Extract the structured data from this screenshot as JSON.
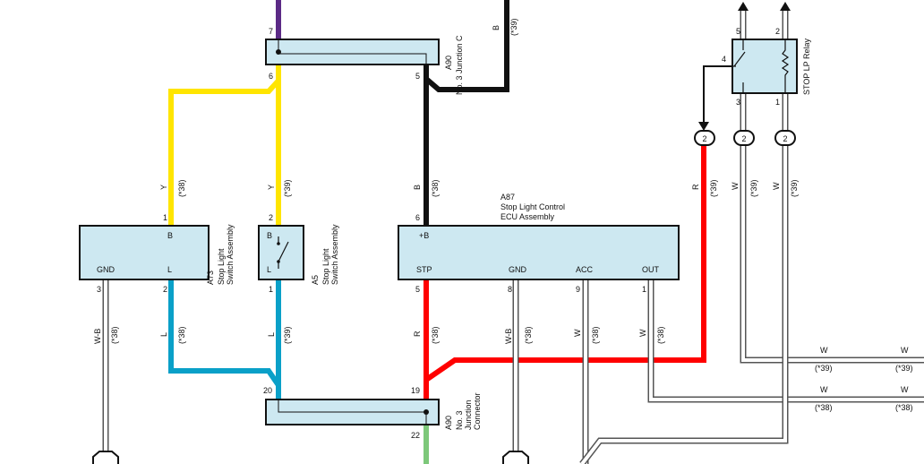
{
  "colors": {
    "purple": "#5b2a86",
    "yellow": "#ffe500",
    "black": "#111111",
    "blue": "#0aa0c8",
    "red": "#ff0000",
    "green": "#7dc87a",
    "white": "#ffffff",
    "box_fill": "#cde8f1"
  },
  "junction_top": {
    "pins": [
      "7",
      "6",
      "5"
    ],
    "id": "A90",
    "name": "No. 3 Junction C"
  },
  "junction_bottom": {
    "pins": [
      "20",
      "19",
      "22"
    ],
    "id": "A90",
    "name_l1": "No. 3",
    "name_l2": "Junction",
    "name_l3": "Connector"
  },
  "switch_a73": {
    "id": "A73",
    "name_l1": "Stop Light",
    "name_l2": "Switch Assembly",
    "term_b": "B",
    "term_gnd": "GND",
    "term_l": "L",
    "pin_b": "1",
    "pin_gnd": "3",
    "pin_l": "2"
  },
  "switch_a5": {
    "id": "A5",
    "name_l1": "Stop Light",
    "name_l2": "Switch Assembly",
    "term_b": "B",
    "term_l": "L",
    "pin_b": "2",
    "pin_l": "1"
  },
  "ecu": {
    "id": "A87",
    "name_l1": "Stop Light Control",
    "name_l2": "ECU Assembly",
    "term_b": "+B",
    "term_stp": "STP",
    "term_gnd": "GND",
    "term_acc": "ACC",
    "term_out": "OUT",
    "pin_b": "6",
    "pin_stp": "5",
    "pin_gnd": "8",
    "pin_acc": "9",
    "pin_out": "1"
  },
  "relay": {
    "name": "STOP LP Relay",
    "pin5": "5",
    "pin2": "2",
    "pin4": "4",
    "pin3": "3",
    "pin1": "1"
  },
  "connector_num": "2",
  "wires": {
    "b": "B",
    "y": "Y",
    "l": "L",
    "r": "R",
    "w": "W",
    "wb": "W-B",
    "n38": "(*38)",
    "n39": "(*39)"
  }
}
